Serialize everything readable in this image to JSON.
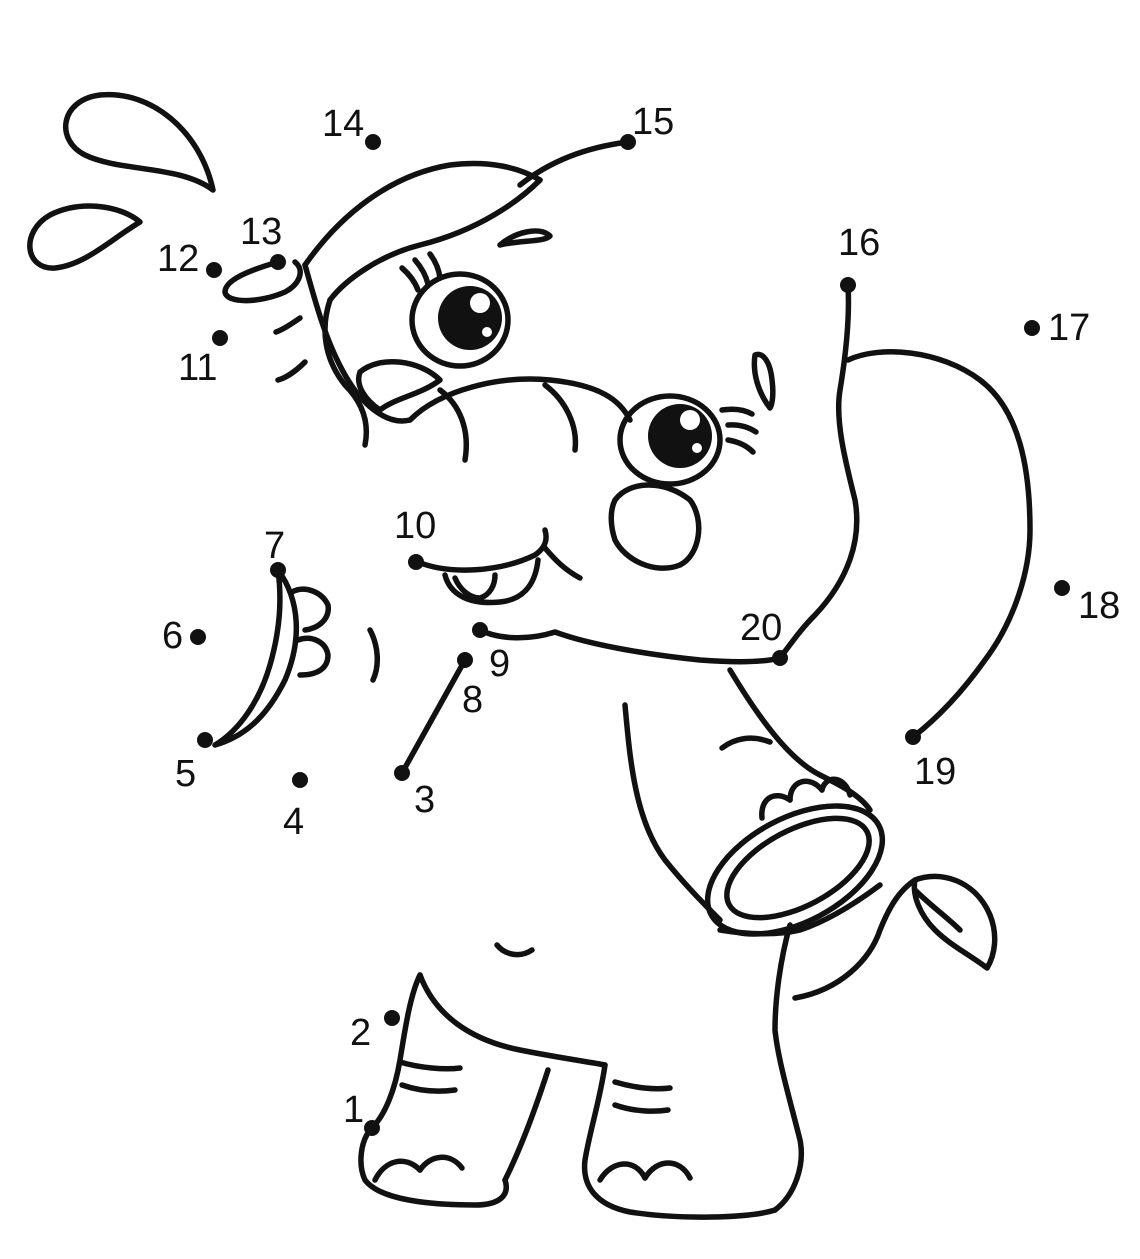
{
  "puzzle": {
    "subject": "elephant",
    "ink_color": "#111111",
    "background_color": "#ffffff",
    "dots": [
      {
        "n": "1"
      },
      {
        "n": "2"
      },
      {
        "n": "3"
      },
      {
        "n": "4"
      },
      {
        "n": "5"
      },
      {
        "n": "6"
      },
      {
        "n": "7"
      },
      {
        "n": "8"
      },
      {
        "n": "9"
      },
      {
        "n": "10"
      },
      {
        "n": "11"
      },
      {
        "n": "12"
      },
      {
        "n": "13"
      },
      {
        "n": "14"
      },
      {
        "n": "15"
      },
      {
        "n": "16"
      },
      {
        "n": "17"
      },
      {
        "n": "18"
      },
      {
        "n": "19"
      },
      {
        "n": "20"
      }
    ]
  }
}
